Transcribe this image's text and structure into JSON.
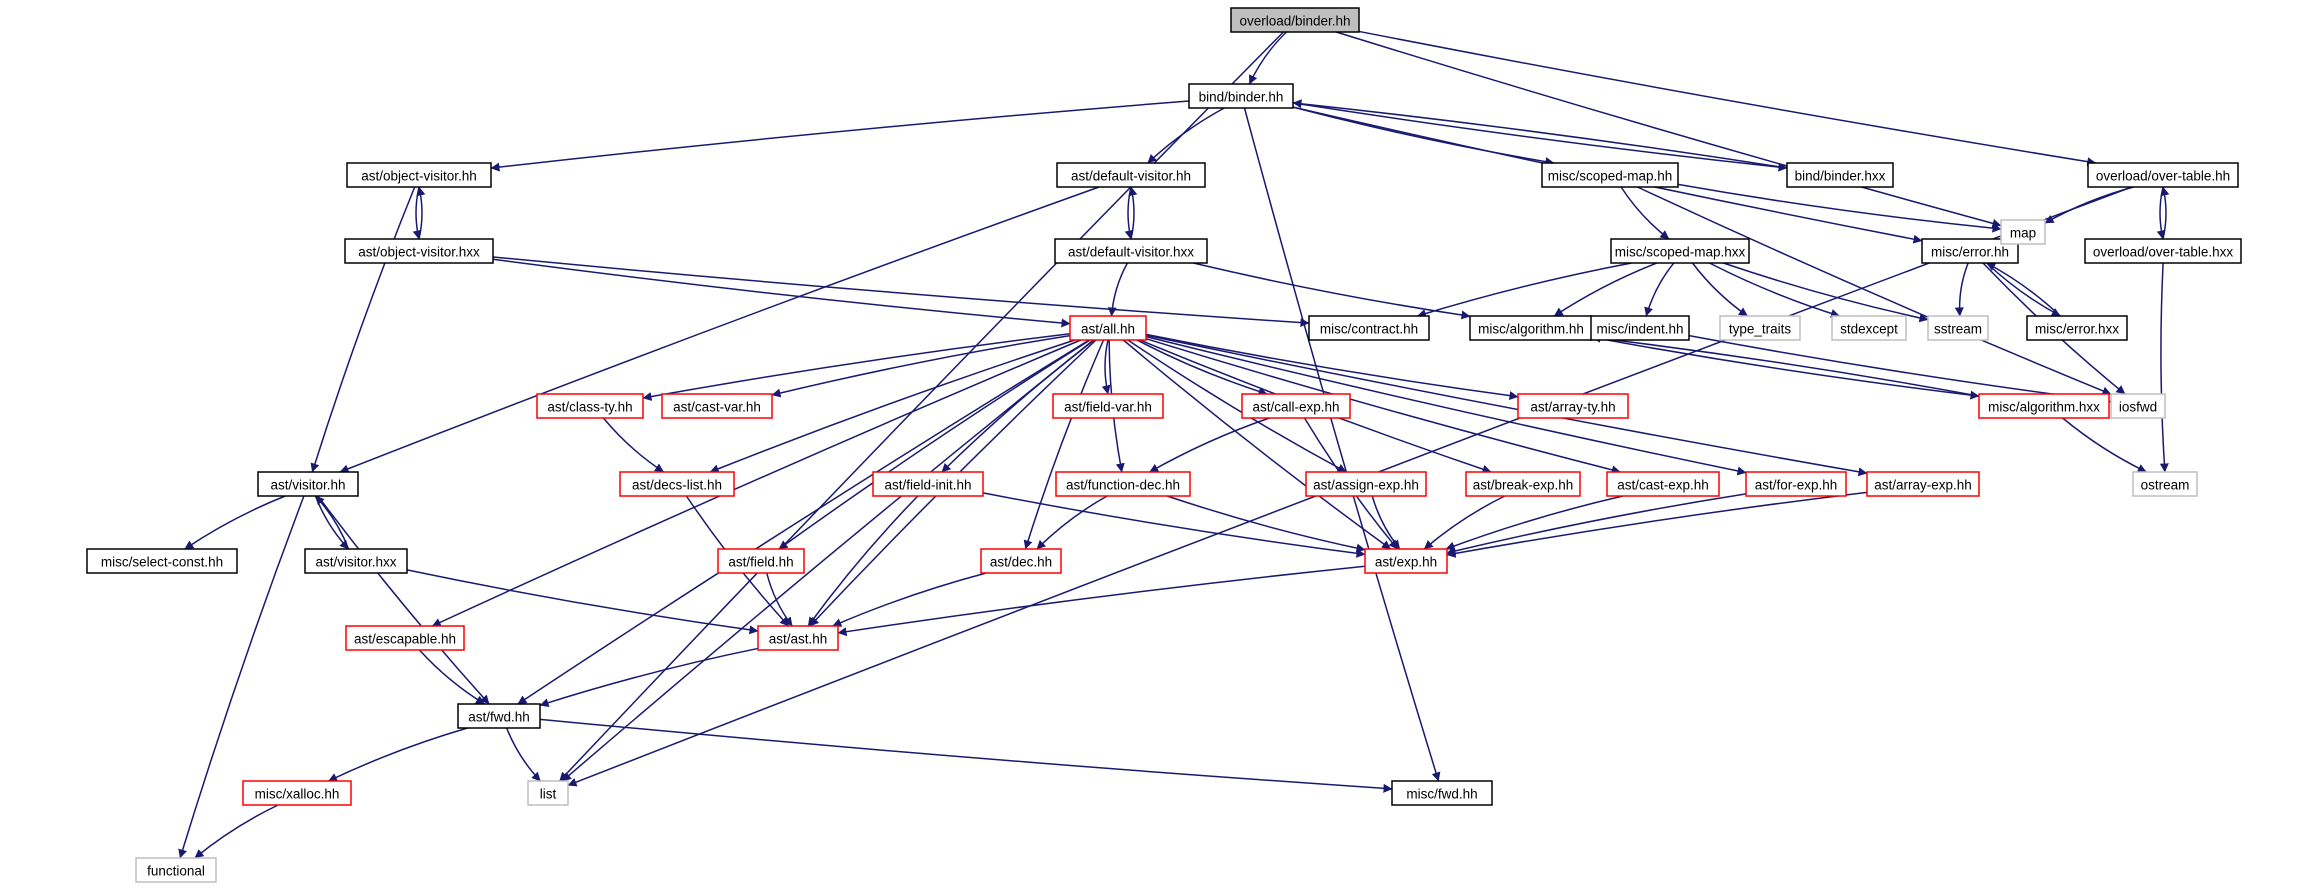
{
  "colors": {
    "edge": "#191970",
    "border_header": "#000000",
    "border_incomplete": "#ff0000",
    "border_system": "#bfbfbf",
    "root_fill": "#bfbfbf",
    "fill": "#ffffff"
  },
  "nodes": [
    {
      "id": "overload_binder_hh",
      "label": "overload/binder.hh",
      "kind": "root"
    },
    {
      "id": "bind_binder_hh",
      "label": "bind/binder.hh",
      "kind": "header"
    },
    {
      "id": "ast_object_visitor_hh",
      "label": "ast/object-visitor.hh",
      "kind": "header"
    },
    {
      "id": "ast_default_visitor_hh",
      "label": "ast/default-visitor.hh",
      "kind": "header"
    },
    {
      "id": "misc_scoped_map_hh",
      "label": "misc/scoped-map.hh",
      "kind": "header"
    },
    {
      "id": "bind_binder_hxx",
      "label": "bind/binder.hxx",
      "kind": "header"
    },
    {
      "id": "overload_over_table_hh",
      "label": "overload/over-table.hh",
      "kind": "header"
    },
    {
      "id": "ast_object_visitor_hxx",
      "label": "ast/object-visitor.hxx",
      "kind": "header"
    },
    {
      "id": "ast_default_visitor_hxx",
      "label": "ast/default-visitor.hxx",
      "kind": "header"
    },
    {
      "id": "misc_scoped_map_hxx",
      "label": "misc/scoped-map.hxx",
      "kind": "header"
    },
    {
      "id": "misc_error_hh",
      "label": "misc/error.hh",
      "kind": "header"
    },
    {
      "id": "map",
      "label": "map",
      "kind": "system"
    },
    {
      "id": "overload_over_table_hxx",
      "label": "overload/over-table.hxx",
      "kind": "header"
    },
    {
      "id": "ast_all_hh",
      "label": "ast/all.hh",
      "kind": "incomplete"
    },
    {
      "id": "misc_contract_hh",
      "label": "misc/contract.hh",
      "kind": "header"
    },
    {
      "id": "misc_algorithm_hh",
      "label": "misc/algorithm.hh",
      "kind": "header"
    },
    {
      "id": "misc_indent_hh",
      "label": "misc/indent.hh",
      "kind": "header"
    },
    {
      "id": "type_traits",
      "label": "type_traits",
      "kind": "system"
    },
    {
      "id": "stdexcept",
      "label": "stdexcept",
      "kind": "system"
    },
    {
      "id": "sstream",
      "label": "sstream",
      "kind": "system"
    },
    {
      "id": "misc_error_hxx",
      "label": "misc/error.hxx",
      "kind": "header"
    },
    {
      "id": "ast_class_ty_hh",
      "label": "ast/class-ty.hh",
      "kind": "incomplete"
    },
    {
      "id": "ast_cast_var_hh",
      "label": "ast/cast-var.hh",
      "kind": "incomplete"
    },
    {
      "id": "ast_field_var_hh",
      "label": "ast/field-var.hh",
      "kind": "incomplete"
    },
    {
      "id": "ast_call_exp_hh",
      "label": "ast/call-exp.hh",
      "kind": "incomplete"
    },
    {
      "id": "ast_array_ty_hh",
      "label": "ast/array-ty.hh",
      "kind": "incomplete"
    },
    {
      "id": "misc_algorithm_hxx",
      "label": "misc/algorithm.hxx",
      "kind": "incomplete"
    },
    {
      "id": "iosfwd",
      "label": "iosfwd",
      "kind": "system"
    },
    {
      "id": "ast_visitor_hh",
      "label": "ast/visitor.hh",
      "kind": "header"
    },
    {
      "id": "ast_decs_list_hh",
      "label": "ast/decs-list.hh",
      "kind": "incomplete"
    },
    {
      "id": "ast_field_init_hh",
      "label": "ast/field-init.hh",
      "kind": "incomplete"
    },
    {
      "id": "ast_function_dec_hh",
      "label": "ast/function-dec.hh",
      "kind": "incomplete"
    },
    {
      "id": "ast_assign_exp_hh",
      "label": "ast/assign-exp.hh",
      "kind": "incomplete"
    },
    {
      "id": "ast_break_exp_hh",
      "label": "ast/break-exp.hh",
      "kind": "incomplete"
    },
    {
      "id": "ast_cast_exp_hh",
      "label": "ast/cast-exp.hh",
      "kind": "incomplete"
    },
    {
      "id": "ast_for_exp_hh",
      "label": "ast/for-exp.hh",
      "kind": "incomplete"
    },
    {
      "id": "ast_array_exp_hh",
      "label": "ast/array-exp.hh",
      "kind": "incomplete"
    },
    {
      "id": "ostream",
      "label": "ostream",
      "kind": "system"
    },
    {
      "id": "misc_select_const_hh",
      "label": "misc/select-const.hh",
      "kind": "header"
    },
    {
      "id": "ast_visitor_hxx",
      "label": "ast/visitor.hxx",
      "kind": "header"
    },
    {
      "id": "ast_field_hh",
      "label": "ast/field.hh",
      "kind": "incomplete"
    },
    {
      "id": "ast_dec_hh",
      "label": "ast/dec.hh",
      "kind": "incomplete"
    },
    {
      "id": "ast_exp_hh",
      "label": "ast/exp.hh",
      "kind": "incomplete"
    },
    {
      "id": "ast_escapable_hh",
      "label": "ast/escapable.hh",
      "kind": "incomplete"
    },
    {
      "id": "ast_ast_hh",
      "label": "ast/ast.hh",
      "kind": "incomplete"
    },
    {
      "id": "ast_fwd_hh",
      "label": "ast/fwd.hh",
      "kind": "header"
    },
    {
      "id": "misc_xalloc_hh",
      "label": "misc/xalloc.hh",
      "kind": "incomplete"
    },
    {
      "id": "list",
      "label": "list",
      "kind": "system"
    },
    {
      "id": "misc_fwd_hh",
      "label": "misc/fwd.hh",
      "kind": "header"
    },
    {
      "id": "functional",
      "label": "functional",
      "kind": "system"
    }
  ],
  "edges": [
    [
      "overload_binder_hh",
      "bind_binder_hh"
    ],
    [
      "overload_binder_hh",
      "map"
    ],
    [
      "overload_binder_hh",
      "overload_over_table_hh"
    ],
    [
      "overload_binder_hh",
      "list"
    ],
    [
      "bind_binder_hh",
      "ast_object_visitor_hh"
    ],
    [
      "bind_binder_hh",
      "ast_default_visitor_hh"
    ],
    [
      "bind_binder_hh",
      "misc_scoped_map_hh"
    ],
    [
      "bind_binder_hh",
      "bind_binder_hxx"
    ],
    [
      "bind_binder_hh",
      "misc_error_hh"
    ],
    [
      "bind_binder_hh",
      "misc_fwd_hh"
    ],
    [
      "bind_binder_hxx",
      "bind_binder_hh"
    ],
    [
      "ast_object_visitor_hh",
      "ast_object_visitor_hxx"
    ],
    [
      "ast_object_visitor_hh",
      "ast_visitor_hh"
    ],
    [
      "ast_object_visitor_hxx",
      "ast_object_visitor_hh"
    ],
    [
      "ast_object_visitor_hxx",
      "ast_all_hh"
    ],
    [
      "ast_object_visitor_hxx",
      "misc_contract_hh"
    ],
    [
      "ast_default_visitor_hh",
      "ast_default_visitor_hxx"
    ],
    [
      "ast_default_visitor_hh",
      "ast_visitor_hh"
    ],
    [
      "ast_default_visitor_hxx",
      "ast_default_visitor_hh"
    ],
    [
      "ast_default_visitor_hxx",
      "ast_all_hh"
    ],
    [
      "ast_default_visitor_hxx",
      "misc_algorithm_hh"
    ],
    [
      "misc_scoped_map_hh",
      "misc_scoped_map_hxx"
    ],
    [
      "misc_scoped_map_hh",
      "map"
    ],
    [
      "misc_scoped_map_hh",
      "iosfwd"
    ],
    [
      "misc_scoped_map_hxx",
      "misc_contract_hh"
    ],
    [
      "misc_scoped_map_hxx",
      "misc_algorithm_hh"
    ],
    [
      "misc_scoped_map_hxx",
      "misc_indent_hh"
    ],
    [
      "misc_scoped_map_hxx",
      "type_traits"
    ],
    [
      "misc_scoped_map_hxx",
      "stdexcept"
    ],
    [
      "misc_scoped_map_hxx",
      "sstream"
    ],
    [
      "misc_error_hh",
      "sstream"
    ],
    [
      "misc_error_hh",
      "misc_error_hxx"
    ],
    [
      "misc_error_hh",
      "iosfwd"
    ],
    [
      "misc_error_hxx",
      "misc_error_hh"
    ],
    [
      "overload_over_table_hh",
      "map"
    ],
    [
      "overload_over_table_hh",
      "overload_over_table_hxx"
    ],
    [
      "overload_over_table_hh",
      "list"
    ],
    [
      "overload_over_table_hxx",
      "overload_over_table_hh"
    ],
    [
      "overload_over_table_hxx",
      "ostream"
    ],
    [
      "misc_algorithm_hh",
      "misc_algorithm_hxx"
    ],
    [
      "misc_algorithm_hxx",
      "misc_algorithm_hh"
    ],
    [
      "misc_algorithm_hxx",
      "ostream"
    ],
    [
      "misc_indent_hh",
      "iosfwd"
    ],
    [
      "ast_all_hh",
      "ast_class_ty_hh"
    ],
    [
      "ast_all_hh",
      "ast_cast_var_hh"
    ],
    [
      "ast_all_hh",
      "ast_field_var_hh"
    ],
    [
      "ast_all_hh",
      "ast_call_exp_hh"
    ],
    [
      "ast_all_hh",
      "ast_array_ty_hh"
    ],
    [
      "ast_all_hh",
      "ast_decs_list_hh"
    ],
    [
      "ast_all_hh",
      "ast_field_init_hh"
    ],
    [
      "ast_all_hh",
      "ast_function_dec_hh"
    ],
    [
      "ast_all_hh",
      "ast_assign_exp_hh"
    ],
    [
      "ast_all_hh",
      "ast_break_exp_hh"
    ],
    [
      "ast_all_hh",
      "ast_cast_exp_hh"
    ],
    [
      "ast_all_hh",
      "ast_for_exp_hh"
    ],
    [
      "ast_all_hh",
      "ast_array_exp_hh"
    ],
    [
      "ast_all_hh",
      "ast_field_hh"
    ],
    [
      "ast_all_hh",
      "ast_dec_hh"
    ],
    [
      "ast_all_hh",
      "ast_exp_hh"
    ],
    [
      "ast_all_hh",
      "ast_escapable_hh"
    ],
    [
      "ast_all_hh",
      "ast_ast_hh"
    ],
    [
      "ast_all_hh",
      "ast_fwd_hh"
    ],
    [
      "ast_all_hh",
      "list"
    ],
    [
      "ast_class_ty_hh",
      "ast_decs_list_hh"
    ],
    [
      "ast_call_exp_hh",
      "ast_function_dec_hh"
    ],
    [
      "ast_call_exp_hh",
      "ast_exp_hh"
    ],
    [
      "ast_decs_list_hh",
      "ast_ast_hh"
    ],
    [
      "ast_field_init_hh",
      "ast_exp_hh"
    ],
    [
      "ast_field_init_hh",
      "ast_ast_hh"
    ],
    [
      "ast_function_dec_hh",
      "ast_dec_hh"
    ],
    [
      "ast_function_dec_hh",
      "ast_exp_hh"
    ],
    [
      "ast_assign_exp_hh",
      "ast_exp_hh"
    ],
    [
      "ast_break_exp_hh",
      "ast_exp_hh"
    ],
    [
      "ast_cast_exp_hh",
      "ast_exp_hh"
    ],
    [
      "ast_for_exp_hh",
      "ast_exp_hh"
    ],
    [
      "ast_array_exp_hh",
      "ast_exp_hh"
    ],
    [
      "ast_field_hh",
      "ast_ast_hh"
    ],
    [
      "ast_dec_hh",
      "ast_ast_hh"
    ],
    [
      "ast_exp_hh",
      "ast_ast_hh"
    ],
    [
      "ast_visitor_hh",
      "misc_select_const_hh"
    ],
    [
      "ast_visitor_hh",
      "ast_visitor_hxx"
    ],
    [
      "ast_visitor_hh",
      "ast_fwd_hh"
    ],
    [
      "ast_visitor_hh",
      "functional"
    ],
    [
      "ast_visitor_hxx",
      "ast_visitor_hh"
    ],
    [
      "ast_visitor_hxx",
      "ast_ast_hh"
    ],
    [
      "ast_escapable_hh",
      "ast_fwd_hh"
    ],
    [
      "ast_ast_hh",
      "ast_fwd_hh"
    ],
    [
      "ast_fwd_hh",
      "misc_xalloc_hh"
    ],
    [
      "ast_fwd_hh",
      "list"
    ],
    [
      "ast_fwd_hh",
      "misc_fwd_hh"
    ],
    [
      "misc_xalloc_hh",
      "functional"
    ]
  ]
}
